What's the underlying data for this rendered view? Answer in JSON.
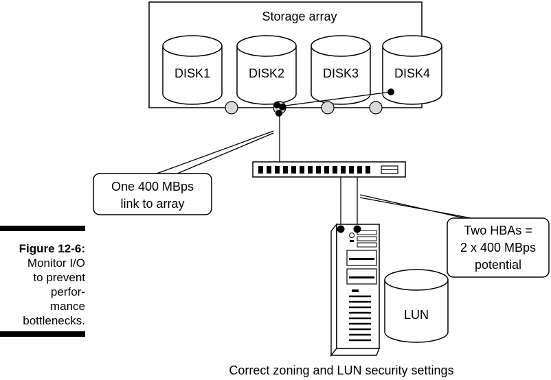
{
  "figure": {
    "label": "Figure 12-6:",
    "caption_lines": [
      "Monitor I/O",
      "to prevent",
      "perfor-",
      "mance",
      "bottlenecks."
    ]
  },
  "storage_array": {
    "title": "Storage array",
    "disks": [
      "DISK1",
      "DISK2",
      "DISK3",
      "DISK4"
    ]
  },
  "callouts": {
    "array_link": [
      "One 400 MBps",
      "link to array"
    ],
    "hbas": [
      "Two HBAs =",
      "2 x 400 MBps",
      "potential"
    ]
  },
  "lun": {
    "label": "LUN"
  },
  "bottom_caption": "Correct zoning and LUN security settings",
  "colors": {
    "port_fill": "#d9d9d9",
    "stroke": "#000000",
    "background": "#ffffff"
  }
}
